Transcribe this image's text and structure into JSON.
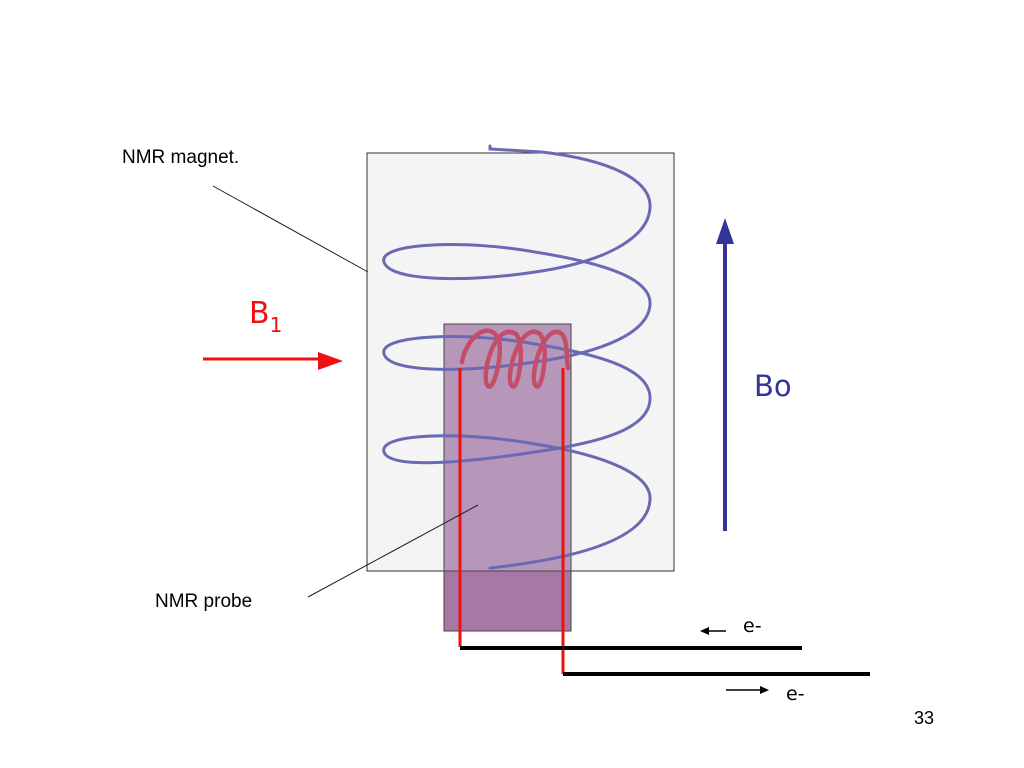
{
  "slide": {
    "page_number": "33"
  },
  "labels": {
    "magnet": "NMR magnet.",
    "probe": "NMR probe",
    "b1_letter": "B",
    "b1_subscript": "1",
    "bo": "Bo",
    "electron_top": "e-",
    "electron_bottom": "e-"
  },
  "colors": {
    "magnet_fill": "#f4f4f5",
    "probe_fill": "#b797b9",
    "probe_lower_fill": "#a777a5",
    "magnet_coil": "#6a6ab4",
    "probe_coil": "#c44d6a",
    "b1_arrow": "#ee1111",
    "bo_arrow": "#33339a",
    "probe_leads": "#ee1111",
    "wires": "#000000"
  }
}
